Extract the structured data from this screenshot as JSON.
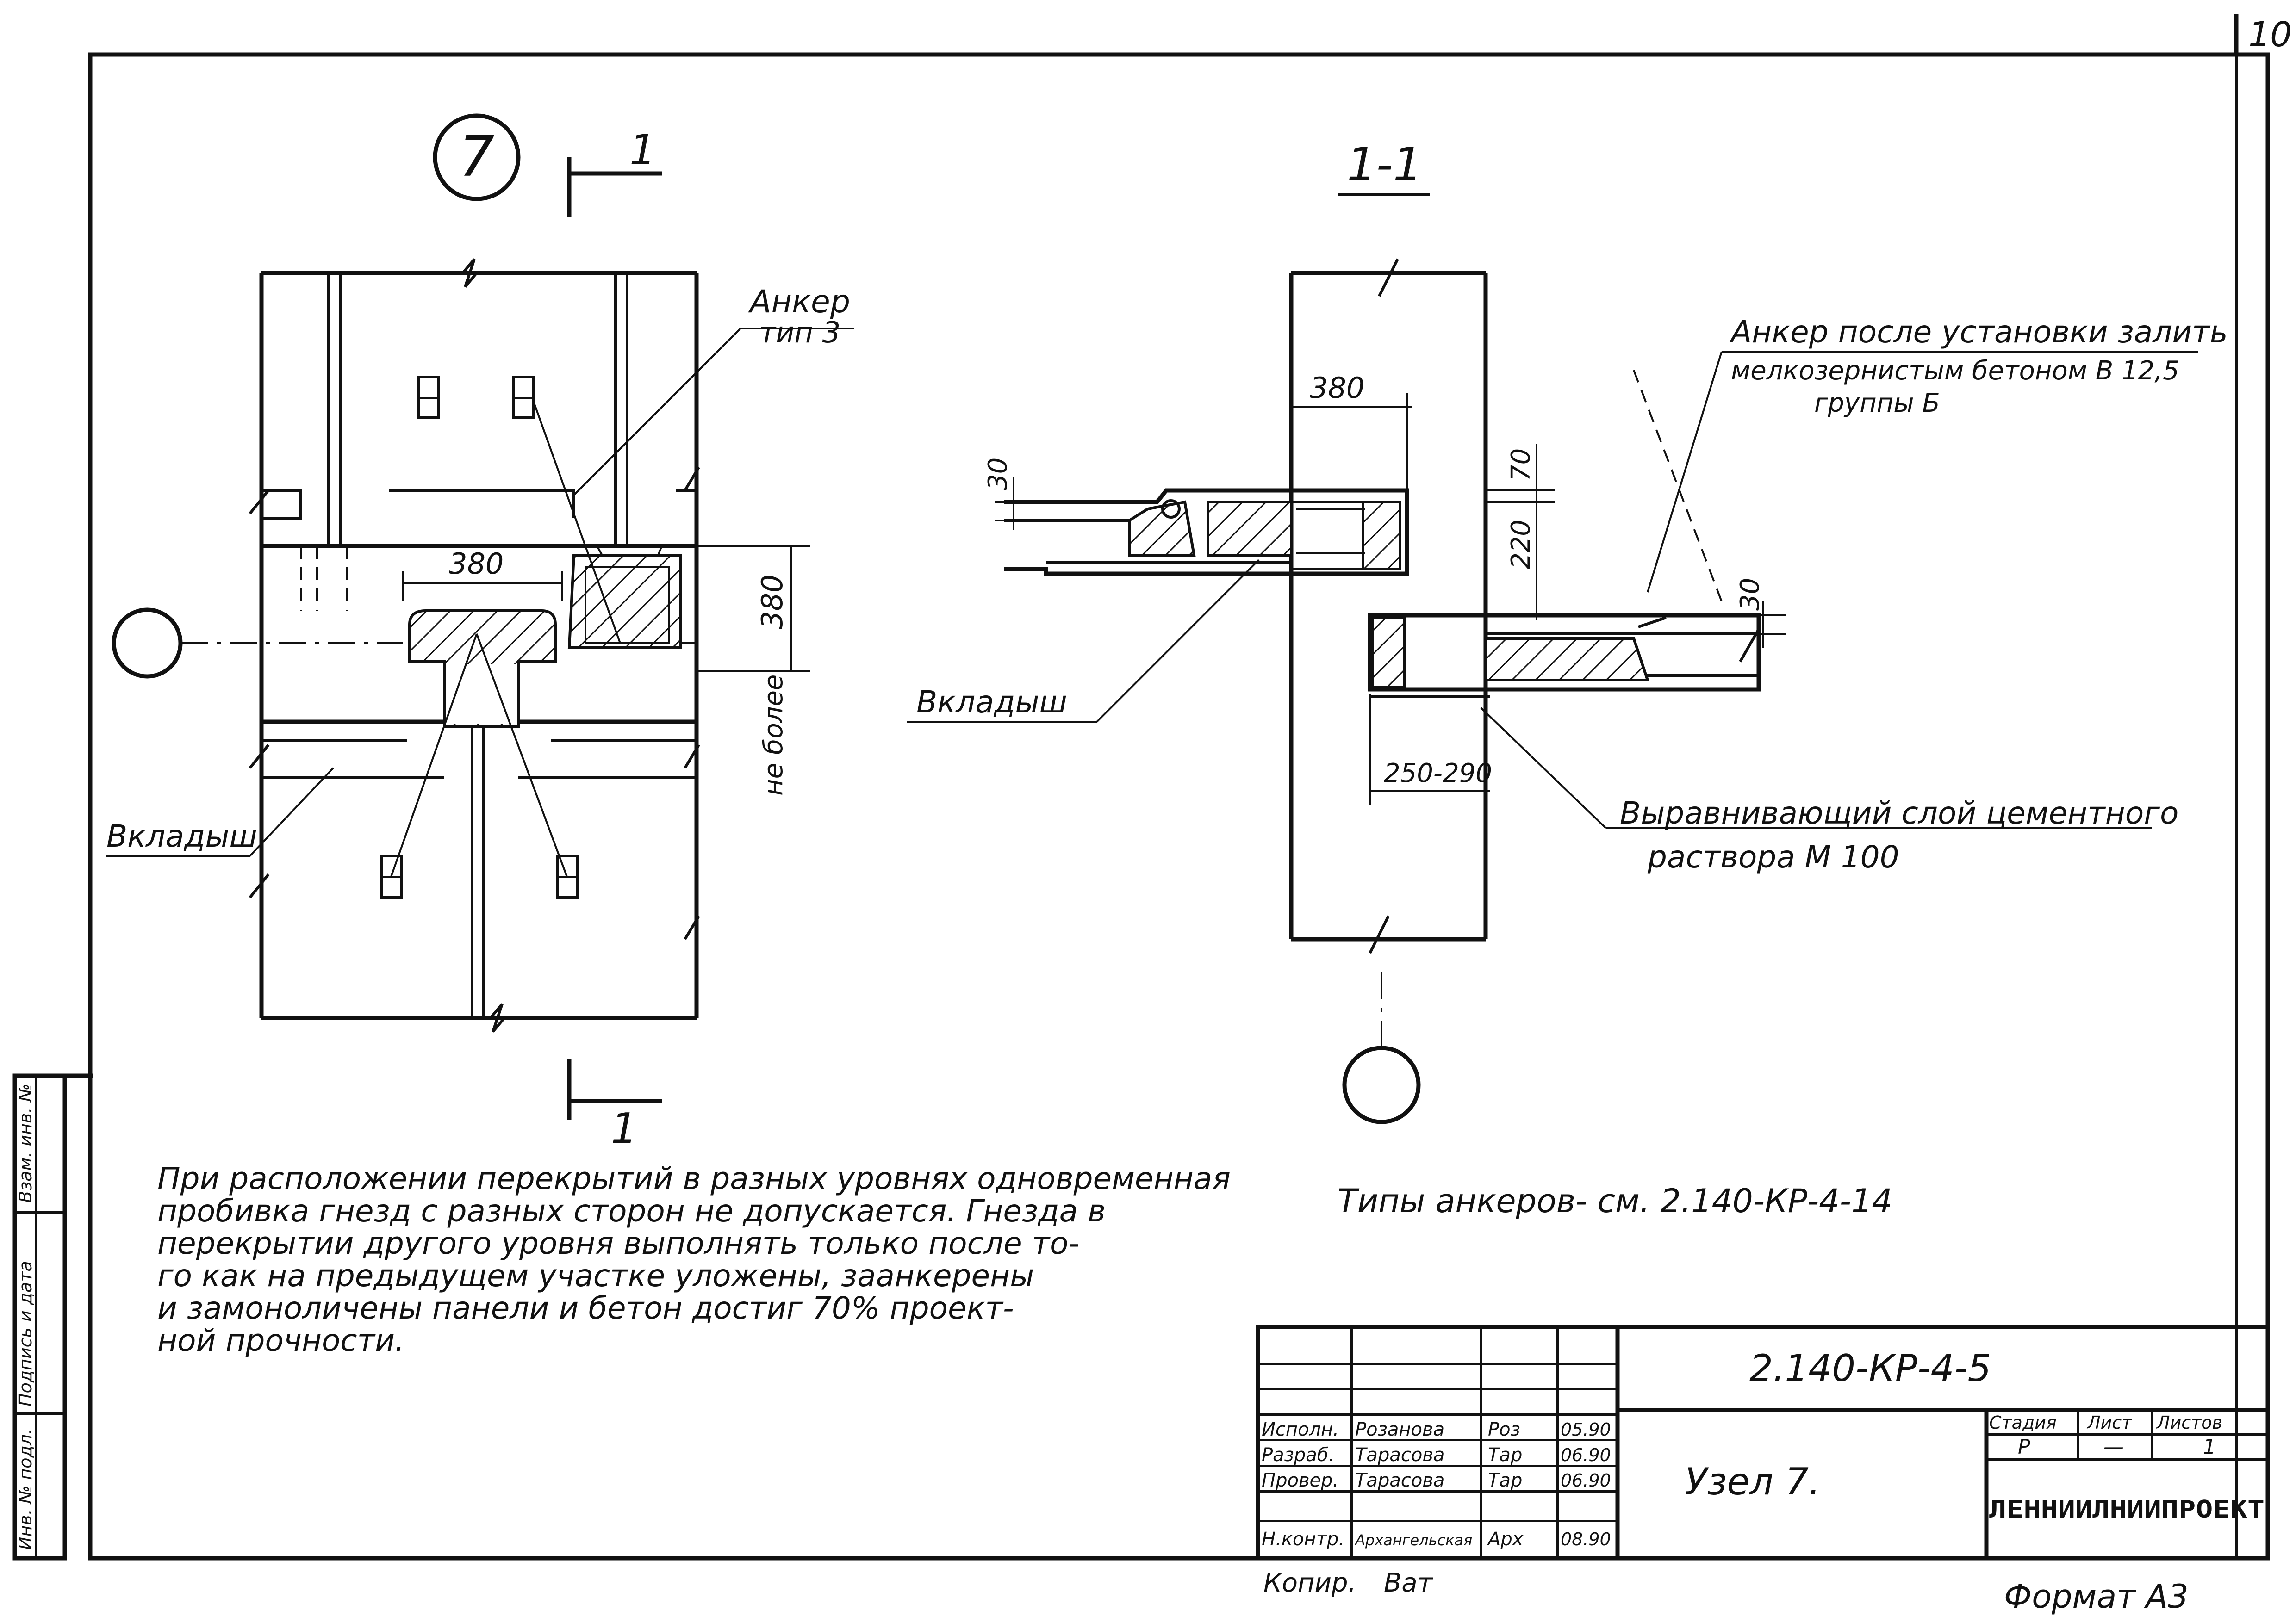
{
  "sheet": {
    "sheet_no": "10",
    "format": "Формат А3",
    "copied": "Копир.",
    "copied_sign": "Ват"
  },
  "detail": {
    "node_mark": "7",
    "cut_label": "1",
    "section_title": "1-1"
  },
  "plan": {
    "anchor_label_1": "Анкер",
    "anchor_label_2": "тип 3",
    "insert_label": "Вкладыш",
    "dim_380_h": "380",
    "dim_380_v": "380",
    "dim_not_more": "не более"
  },
  "section": {
    "dim_380": "380",
    "dim_30_left": "30",
    "dim_70": "70",
    "dim_220": "220",
    "dim_30_right": "30",
    "dim_250_290": "250-290",
    "note_anchor_1": "Анкер после установки залить",
    "note_anchor_2": "мелкозернистым бетоном В 12,5",
    "note_anchor_3": "группы Б",
    "insert_label": "Вкладыш",
    "layer_1": "Выравнивающий слой цементного",
    "layer_2": "раствора М 100"
  },
  "notes": {
    "line1": "При расположении перекрытий в разных уровнях одновременная",
    "line2": "пробивка гнезд с разных сторон не допускается. Гнезда в",
    "line3": "перекрытии другого уровня выполнять только после то-",
    "line4": "го как на предыдущем участке уложены, заанкерены",
    "line5": "и замоноличены панели и бетон достиг 70% проект-",
    "line6": "ной прочности.",
    "anchor_types": "Типы анкеров- см. 2.140-КР-4-14"
  },
  "side_stamp": {
    "c1": "Инв. № подл.",
    "c2": "Подпись и дата",
    "c3": "Взам. инв. №"
  },
  "title_block": {
    "doc_code": "2.140-КР-4-5",
    "title": "Узел 7.",
    "org": "ЛЕННИИЛНИИПРОЕКТ",
    "stage_h": "Стадия",
    "sheet_h": "Лист",
    "sheets_h": "Листов",
    "stage_v": "Р",
    "sheet_v": "—",
    "sheets_v": "1",
    "rows": [
      {
        "role": "Исполн.",
        "name": "Розанова",
        "sign": "Роз",
        "date": "05.90"
      },
      {
        "role": "Разраб.",
        "name": "Тарасова",
        "sign": "Тар",
        "date": "06.90"
      },
      {
        "role": "Провер.",
        "name": "Тарасова",
        "sign": "Тар",
        "date": "06.90"
      },
      {
        "role": "Н.контр.",
        "name": "Архангельская",
        "sign": "Арх",
        "date": "08.90"
      }
    ]
  }
}
